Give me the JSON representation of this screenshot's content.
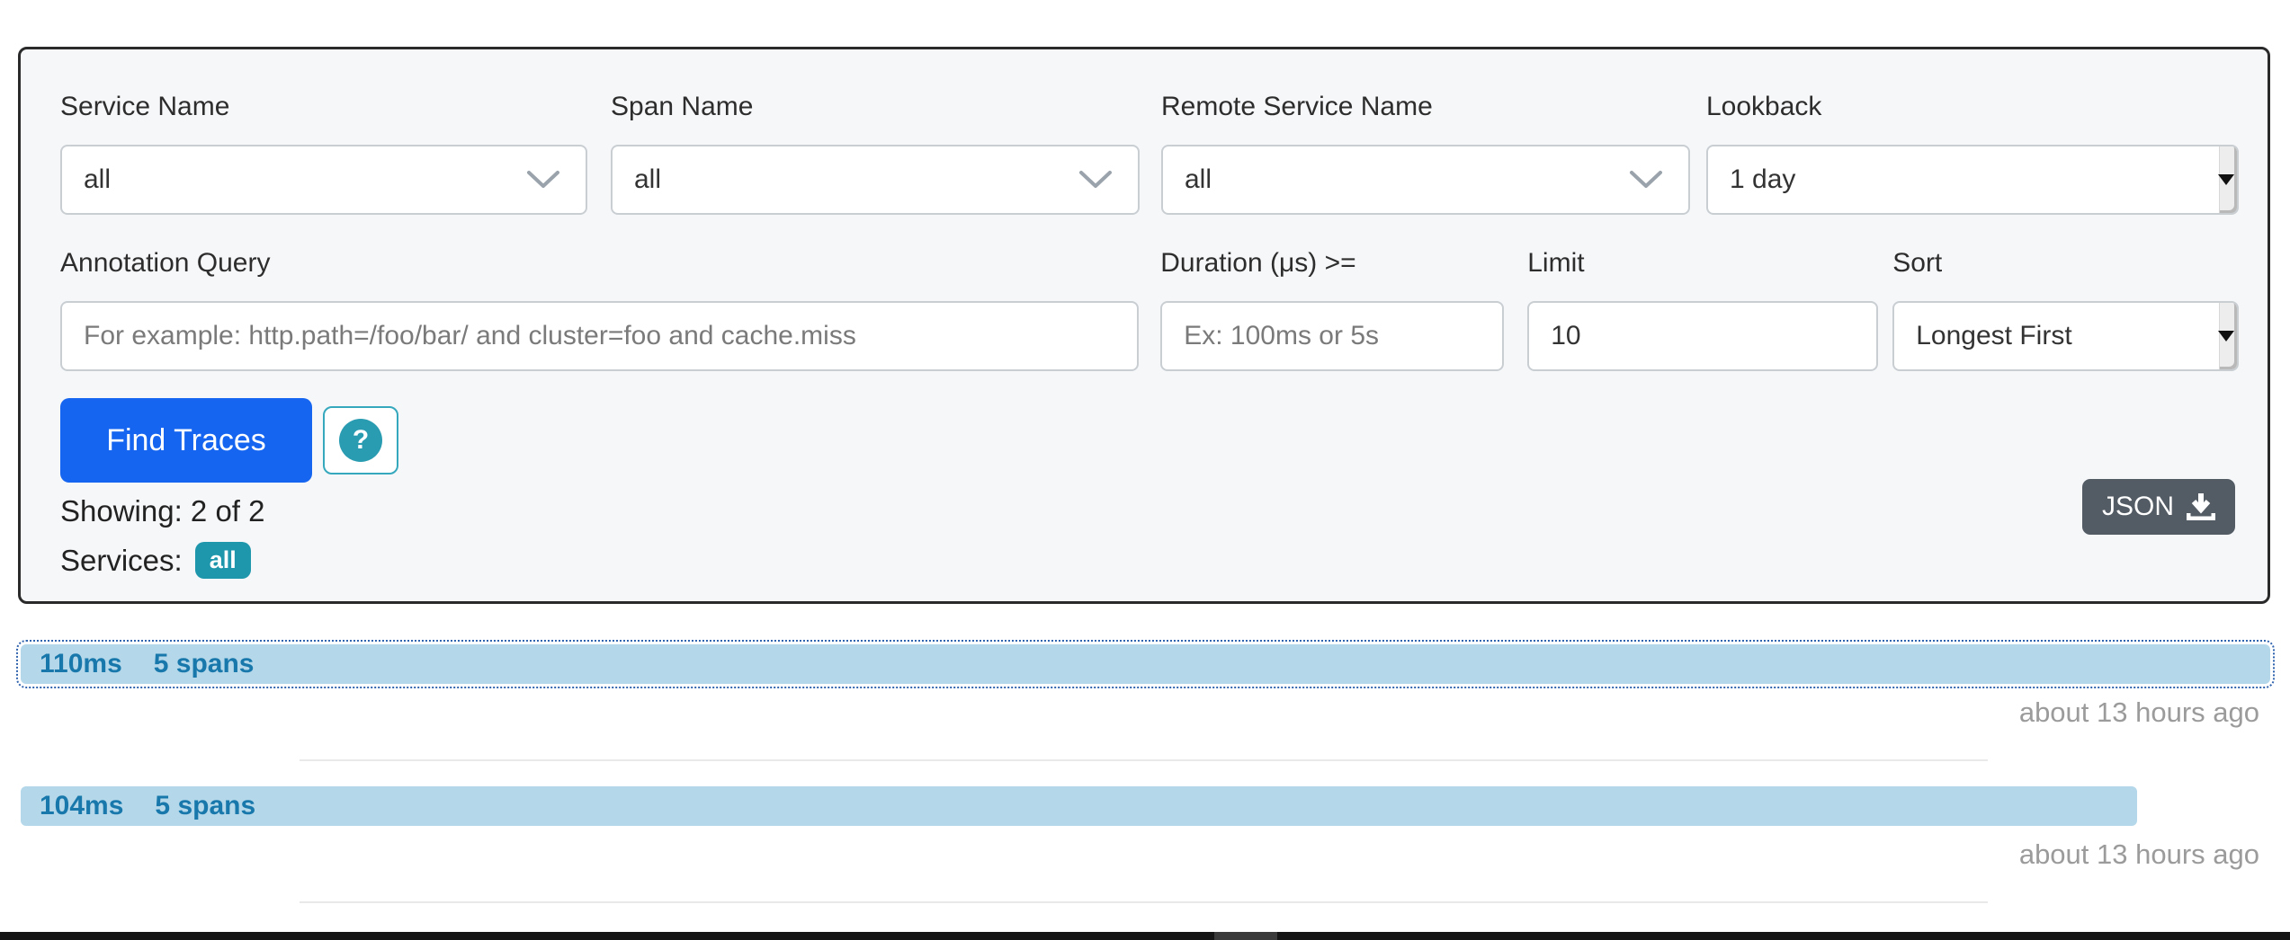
{
  "form": {
    "service_name": {
      "label": "Service Name",
      "value": "all"
    },
    "span_name": {
      "label": "Span Name",
      "value": "all"
    },
    "remote_service_name": {
      "label": "Remote Service Name",
      "value": "all"
    },
    "lookback": {
      "label": "Lookback",
      "value": "1 day"
    },
    "annotation_query": {
      "label": "Annotation Query",
      "placeholder": "For example: http.path=/foo/bar/ and cluster=foo and cache.miss"
    },
    "duration": {
      "label": "Duration (μs) >=",
      "placeholder": "Ex: 100ms or 5s"
    },
    "limit": {
      "label": "Limit",
      "value": "10"
    },
    "sort": {
      "label": "Sort",
      "value": "Longest First"
    },
    "find_traces_button": "Find Traces",
    "help_button": "?",
    "json_button": "JSON"
  },
  "results": {
    "showing": "Showing: 2 of 2",
    "services_label": "Services:",
    "services_badge": "all"
  },
  "traces": [
    {
      "duration": "110ms",
      "spans": "5 spans",
      "timestamp": "about 13 hours ago",
      "bar_width_pct": 100
    },
    {
      "duration": "104ms",
      "spans": "5 spans",
      "timestamp": "about 13 hours ago",
      "bar_width_pct": 94.1
    }
  ],
  "icons": {
    "dropdown": "chevron-down",
    "help": "question-mark",
    "json_download": "download"
  },
  "colors": {
    "primary_button": "#1565f0",
    "teal_accent": "#1e97ad",
    "trace_bar": "#b4d7ea",
    "trace_text": "#1878ab",
    "json_button_bg": "#535b64",
    "timestamp_text": "#9b9b9b",
    "panel_border": "#2a2a2a",
    "panel_bg": "#f6f7f9"
  }
}
